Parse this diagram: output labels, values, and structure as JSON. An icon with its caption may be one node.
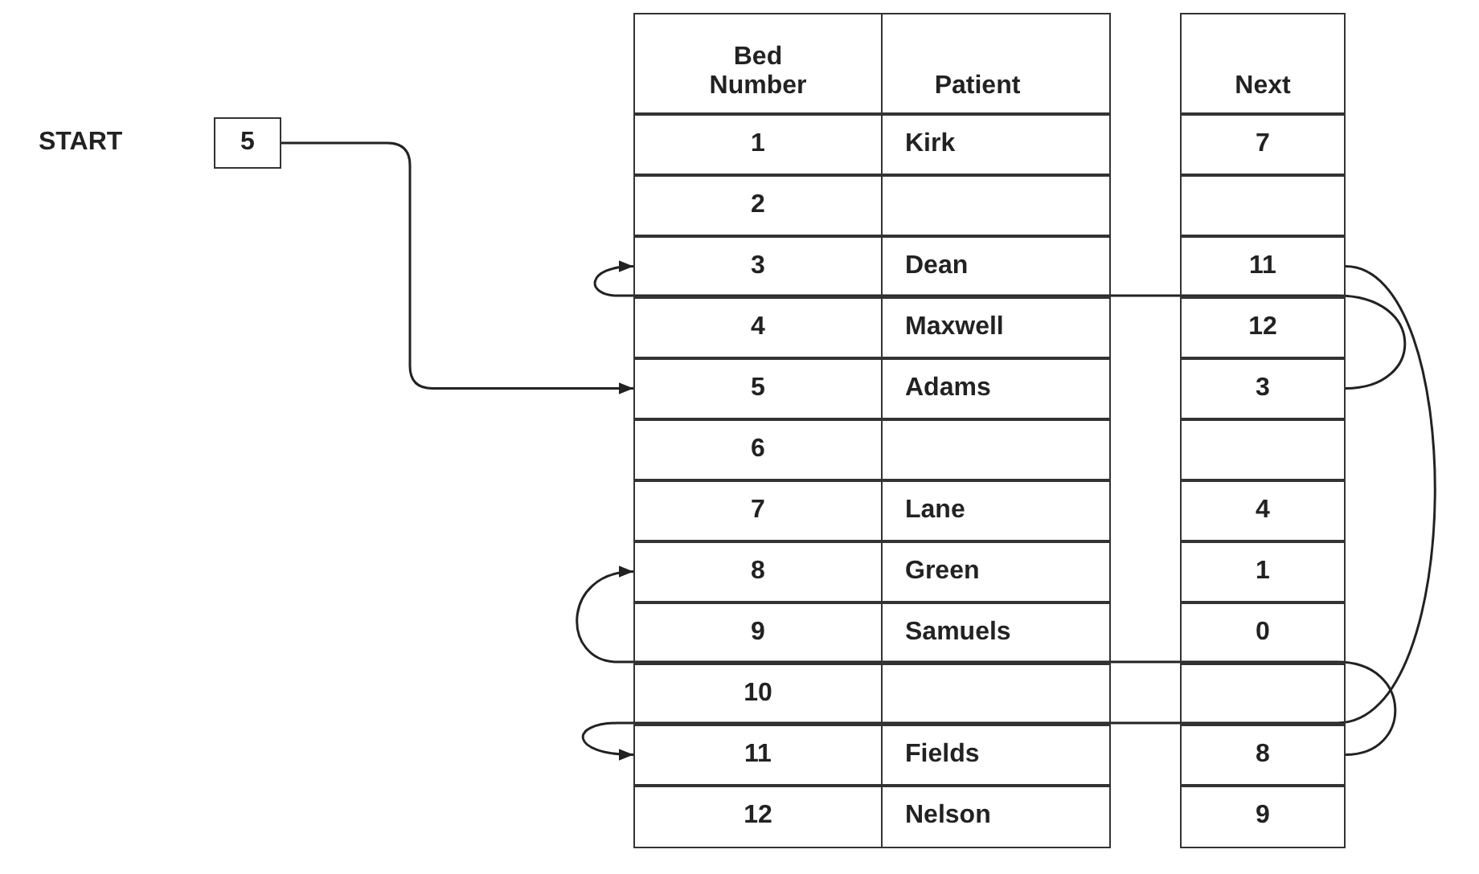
{
  "diagram": {
    "nodes": [
      {
        "text": [
          "5"
        ],
        "beside": [
          "START"
        ]
      },
      {
        "text": [
          "Bed Number"
        ]
      },
      {
        "text": [
          "Patient"
        ]
      },
      {
        "text": [
          "Next"
        ]
      },
      {
        "text": [
          "1"
        ]
      },
      {
        "text": [
          "Kirk"
        ]
      },
      {
        "text": [
          "7"
        ]
      },
      {
        "text": [
          "2"
        ]
      },
      {
        "text": [],
        "shape": "box"
      },
      {
        "text": [],
        "shape": "box"
      },
      {
        "text": [
          "3"
        ]
      },
      {
        "text": [
          "Dean"
        ]
      },
      {
        "text": [
          "11"
        ]
      },
      {
        "text": [
          "4"
        ]
      },
      {
        "text": [
          "Maxwell"
        ]
      },
      {
        "text": [
          "12"
        ]
      },
      {
        "text": [
          "5"
        ]
      },
      {
        "text": [
          "Adams"
        ]
      },
      {
        "text": [
          "3"
        ]
      },
      {
        "text": [
          "6"
        ]
      },
      {
        "text": [],
        "shape": "box"
      },
      {
        "text": [],
        "shape": "box"
      },
      {
        "text": [
          "7"
        ]
      },
      {
        "text": [
          "Lane"
        ]
      },
      {
        "text": [
          "4"
        ]
      },
      {
        "text": [
          "8"
        ]
      },
      {
        "text": [
          "Green"
        ]
      },
      {
        "text": [
          "1"
        ]
      },
      {
        "text": [
          "9"
        ]
      },
      {
        "text": [
          "Samuels"
        ]
      },
      {
        "text": [
          "0"
        ]
      },
      {
        "text": [
          "10"
        ]
      },
      {
        "text": [],
        "shape": "box"
      },
      {
        "text": [],
        "shape": "box"
      },
      {
        "text": [
          "11"
        ]
      },
      {
        "text": [
          "Fields"
        ]
      },
      {
        "text": [
          "8"
        ]
      },
      {
        "text": [
          "12"
        ]
      },
      {
        "text": [
          "Nelson"
        ]
      },
      {
        "text": [
          "9"
        ]
      }
    ],
    "edges": [
      {
        "from": 0,
        "to": 16,
        "arrow": "to"
      },
      {
        "from": 18,
        "to": 10,
        "arrow": "to"
      },
      {
        "from": 12,
        "to": 34,
        "arrow": "to"
      },
      {
        "from": 36,
        "to": 25,
        "arrow": "to"
      }
    ]
  }
}
